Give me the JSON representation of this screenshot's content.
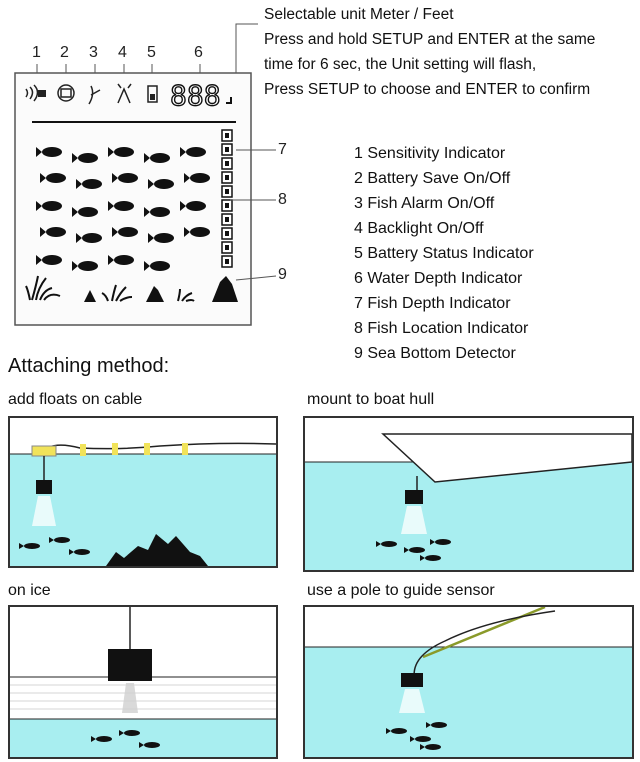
{
  "lcd_numbers": [
    "1",
    "2",
    "3",
    "4",
    "5",
    "6",
    "7",
    "8",
    "9"
  ],
  "lcd_digits": "888",
  "unit_note": [
    "Selectable unit Meter / Feet",
    "Press and hold SETUP and ENTER at the same",
    "time for 6 sec, the Unit setting will flash,",
    "Press SETUP to choose and ENTER to confirm"
  ],
  "legend": [
    "1  Sensitivity Indicator",
    "2  Battery Save On/Off",
    "3  Fish Alarm On/Off",
    "4  Backlight On/Off",
    "5  Battery Status Indicator",
    "6  Water Depth Indicator",
    "7  Fish Depth Indicator",
    "8  Fish Location Indicator",
    "9  Sea Bottom Detector"
  ],
  "attaching_heading": "Attaching method:",
  "panels": [
    {
      "caption": "add floats on cable"
    },
    {
      "caption": "mount to boat hull"
    },
    {
      "caption": "on ice"
    },
    {
      "caption": "use a pole to guide sensor"
    }
  ],
  "colors": {
    "water": "#a8eef0",
    "float": "#f1e35a",
    "lcd_segment": "#111111",
    "outline": "#333333"
  }
}
